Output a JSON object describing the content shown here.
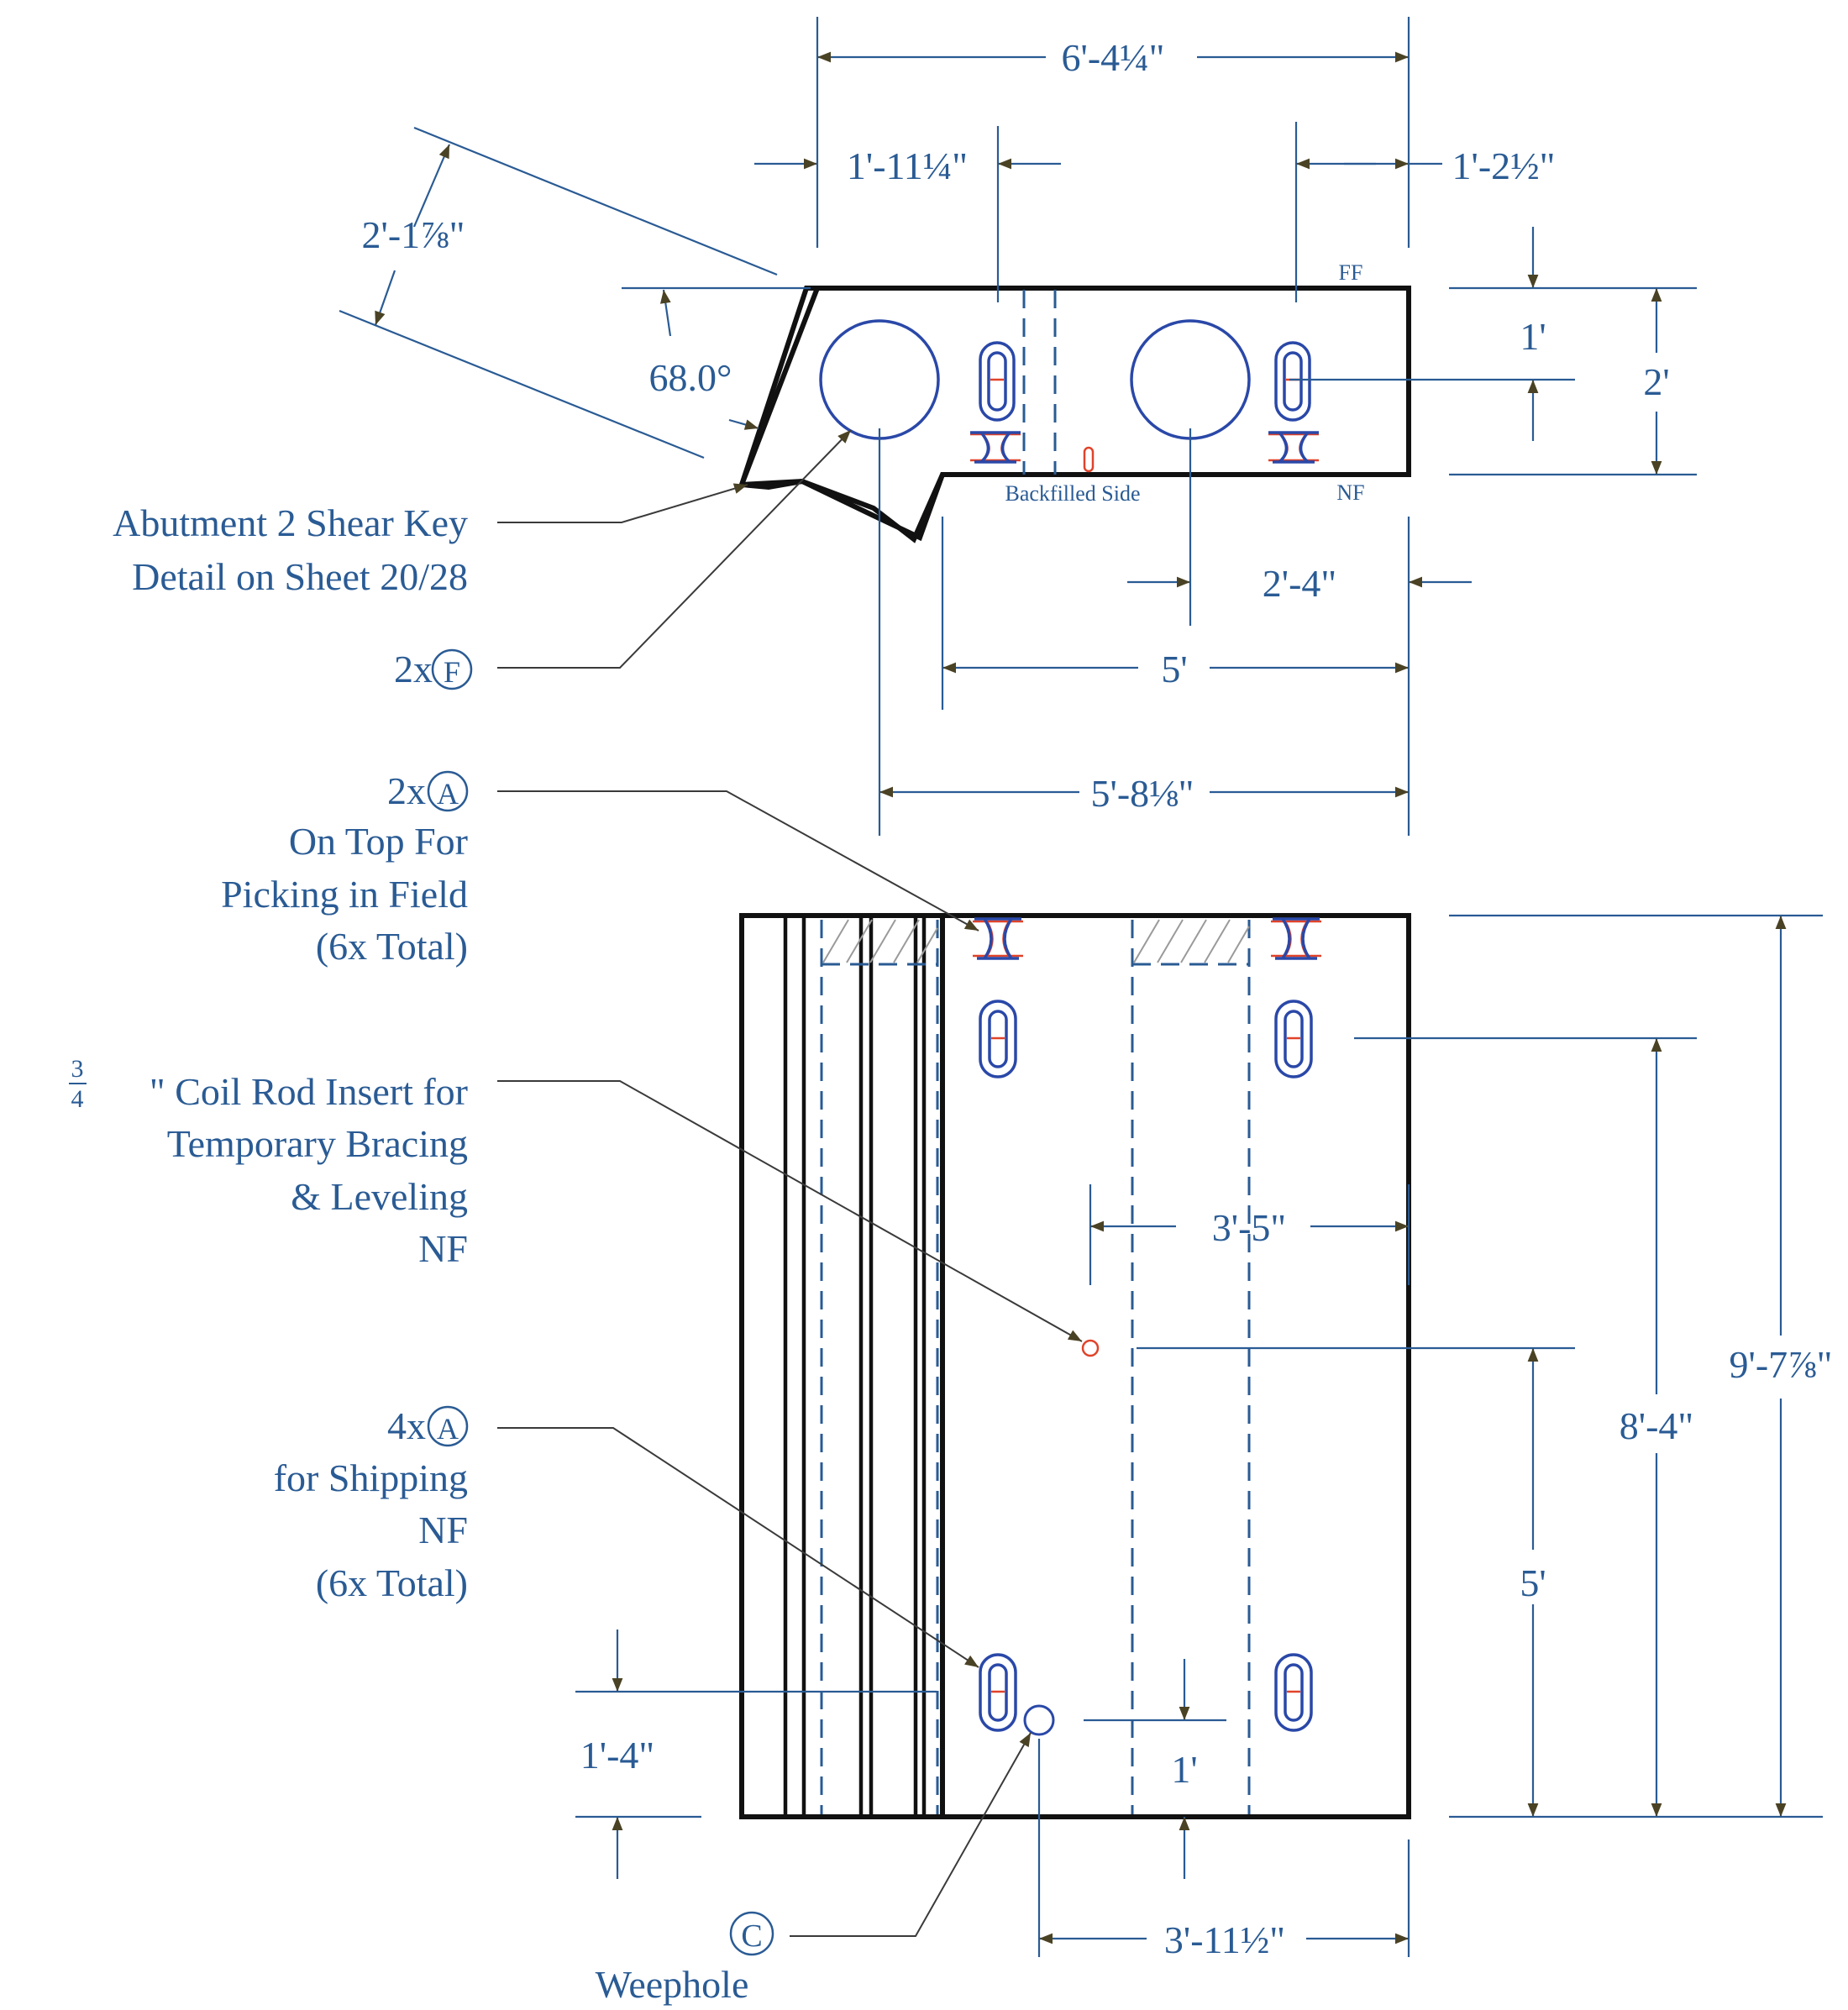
{
  "plan_view": {
    "dims": {
      "overall_top": "6'-4¼\"",
      "left_top": "1'-11¼\"",
      "right_top": "1'-2½\"",
      "skew_width": "2'-1⅞\"",
      "angle": "68.0°",
      "slot_offset": "1'",
      "thickness": "2'",
      "rod_offset": "2'-4\"",
      "five_ft": "5'",
      "overall_bottom": "5'-8⅛\""
    },
    "face_labels": {
      "ff": "FF",
      "nf": "NF",
      "backfill": "Backfilled Side"
    }
  },
  "elevation_view": {
    "dims": {
      "coil_offset": "3'-5\"",
      "overall_height": "9'-7⅞\"",
      "slot_height": "8'-4\"",
      "coil_height": "5'",
      "bottom_slot": "1'-4\"",
      "weephole_height": "1'",
      "weephole_offset": "3'-11½\""
    }
  },
  "callouts": {
    "shear_key": {
      "line1": "Abutment 2 Shear Key",
      "line2": "Detail on Sheet 20/28"
    },
    "f_bars": {
      "count": "2x",
      "symbol": "F"
    },
    "a_top": {
      "count": "2x",
      "symbol": "A",
      "line2": "On Top For",
      "line3": "Picking in Field",
      "line4": "(6x Total)"
    },
    "coil_rod": {
      "fraction_num": "3",
      "fraction_den": "4",
      "line1_rest": "\" Coil Rod Insert for",
      "line2": "Temporary Bracing",
      "line3": "& Leveling",
      "line4": "NF"
    },
    "a_ship": {
      "count": "4x",
      "symbol": "A",
      "line2": "for Shipping",
      "line3": "NF",
      "line4": "(6x Total)"
    },
    "weephole": {
      "symbol": "C",
      "label": "Weephole"
    }
  },
  "colors": {
    "outline": "#111111",
    "annotation": "#2a5b94",
    "hardware": "#2a48a8",
    "lifting": "#e0432a"
  }
}
